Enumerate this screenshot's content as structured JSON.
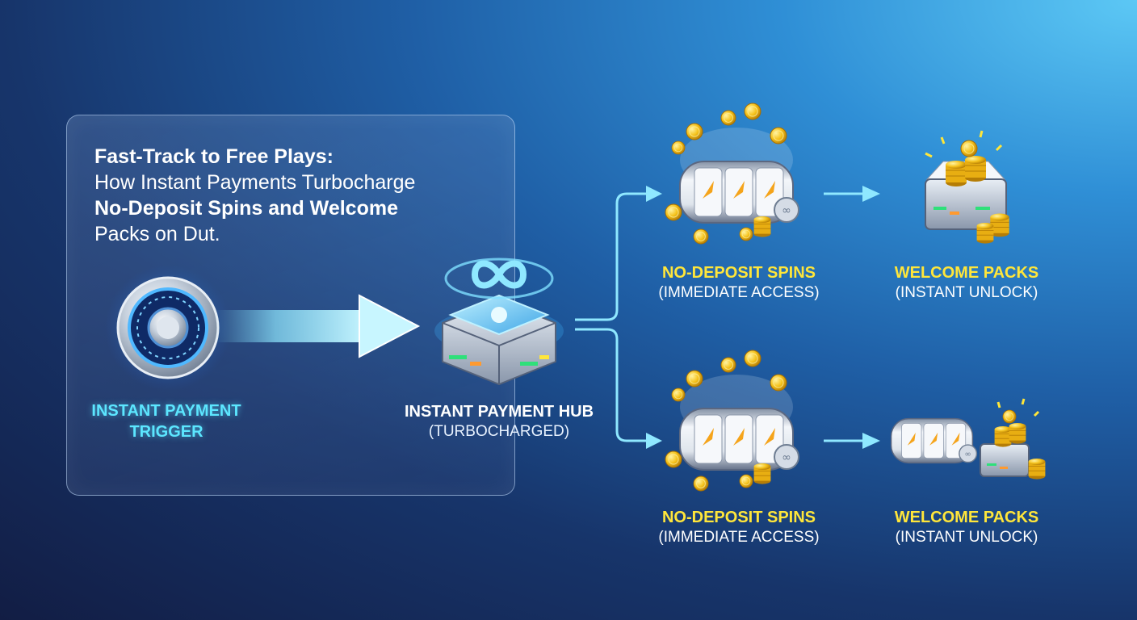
{
  "title": {
    "line1": "Fast-Track to Free Plays:",
    "line2": "How Instant Payments Turbocharge",
    "line3": "No-Deposit Spins and Welcome",
    "line4": "Packs on Dut."
  },
  "trigger": {
    "label_1": "INSTANT PAYMENT",
    "label_2": "TRIGGER"
  },
  "hub": {
    "label": "INSTANT PAYMENT HUB",
    "sub": "(TURBOCHARGED)"
  },
  "top_spins": {
    "label": "NO-DEPOSIT SPINS",
    "sub": "(IMMEDIATE ACCESS)"
  },
  "top_packs": {
    "label": "WELCOME PACKS",
    "sub": "(INSTANT UNLOCK)"
  },
  "bottom_spins": {
    "label": "NO-DEPOSIT SPINS",
    "sub": "(IMMEDIATE ACCESS)"
  },
  "bottom_packs": {
    "label": "WELCOME PACKS",
    "sub": "(INSTANT UNLOCK)"
  },
  "colors": {
    "accent_cyan": "#5ce6ff",
    "accent_yellow": "#ffe63a",
    "coin_gold": "#f5c21b",
    "arrow_blue": "#7fe0ff"
  },
  "icons": [
    "trigger-button-icon",
    "infinity-icon",
    "payment-hub-icon",
    "slot-machine-icon",
    "coin-chest-icon",
    "coin-stack-icon",
    "arrow-icon"
  ]
}
